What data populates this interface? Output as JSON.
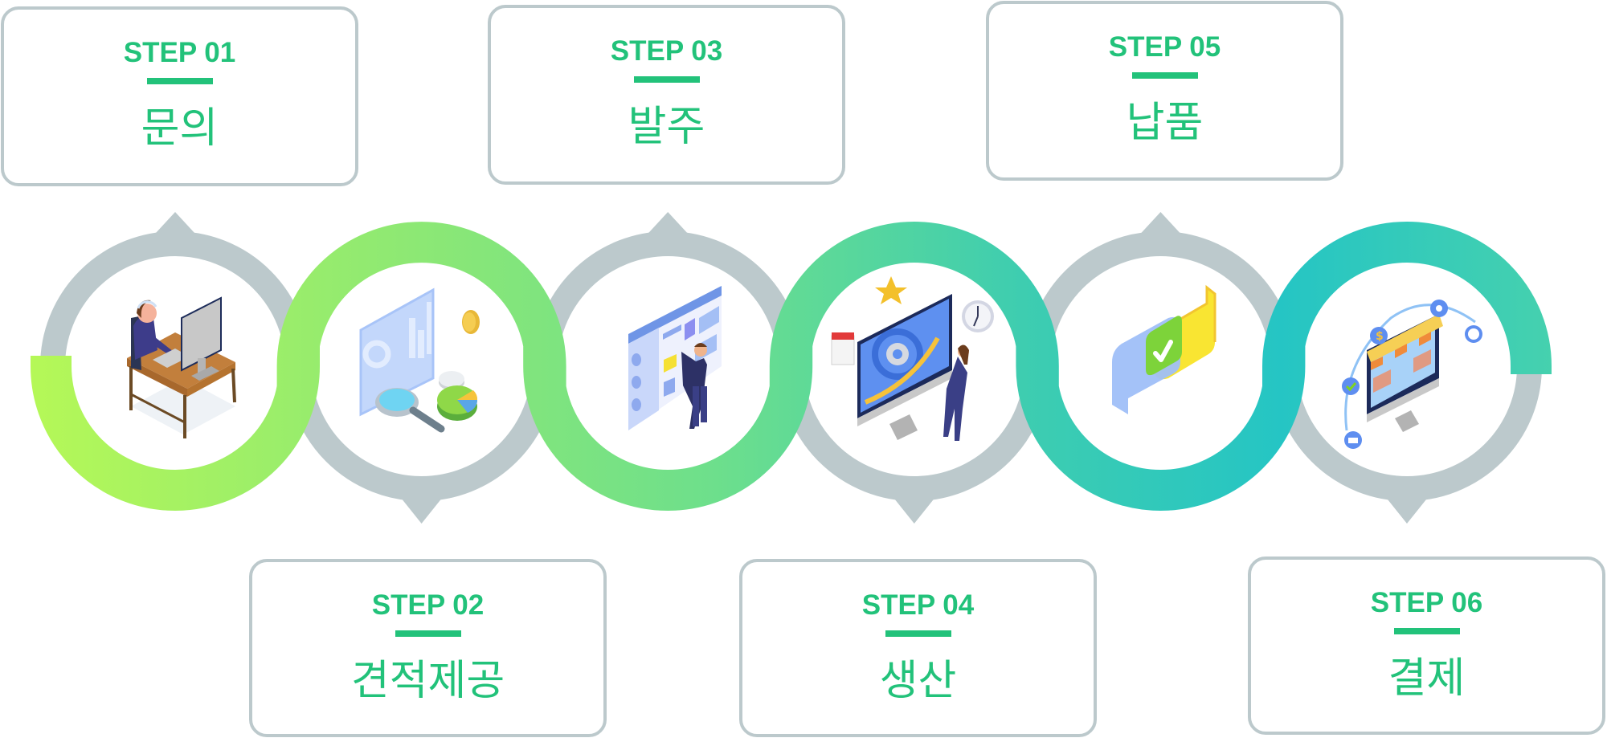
{
  "diagram": {
    "type": "process-flow",
    "colors": {
      "accent_text": "#22c27a",
      "box_border": "#bcc9cc",
      "ring_grey": "#bcc9cc",
      "ribbon_gradient": [
        "#b5f857",
        "#8de874",
        "#6ddf8c",
        "#3ecdb0",
        "#25c5c4",
        "#46d1ae"
      ]
    },
    "steps": [
      {
        "label": "STEP 01",
        "title": "문의",
        "illustration": "operator-at-desk-icon"
      },
      {
        "label": "STEP 02",
        "title": "견적제공",
        "illustration": "analytics-dashboard-icon"
      },
      {
        "label": "STEP 03",
        "title": "발주",
        "illustration": "planning-board-icon"
      },
      {
        "label": "STEP 04",
        "title": "생산",
        "illustration": "production-monitor-icon"
      },
      {
        "label": "STEP 05",
        "title": "납품",
        "illustration": "delivery-confirmation-icon"
      },
      {
        "label": "STEP 06",
        "title": "결제",
        "illustration": "online-store-payment-icon"
      }
    ]
  }
}
